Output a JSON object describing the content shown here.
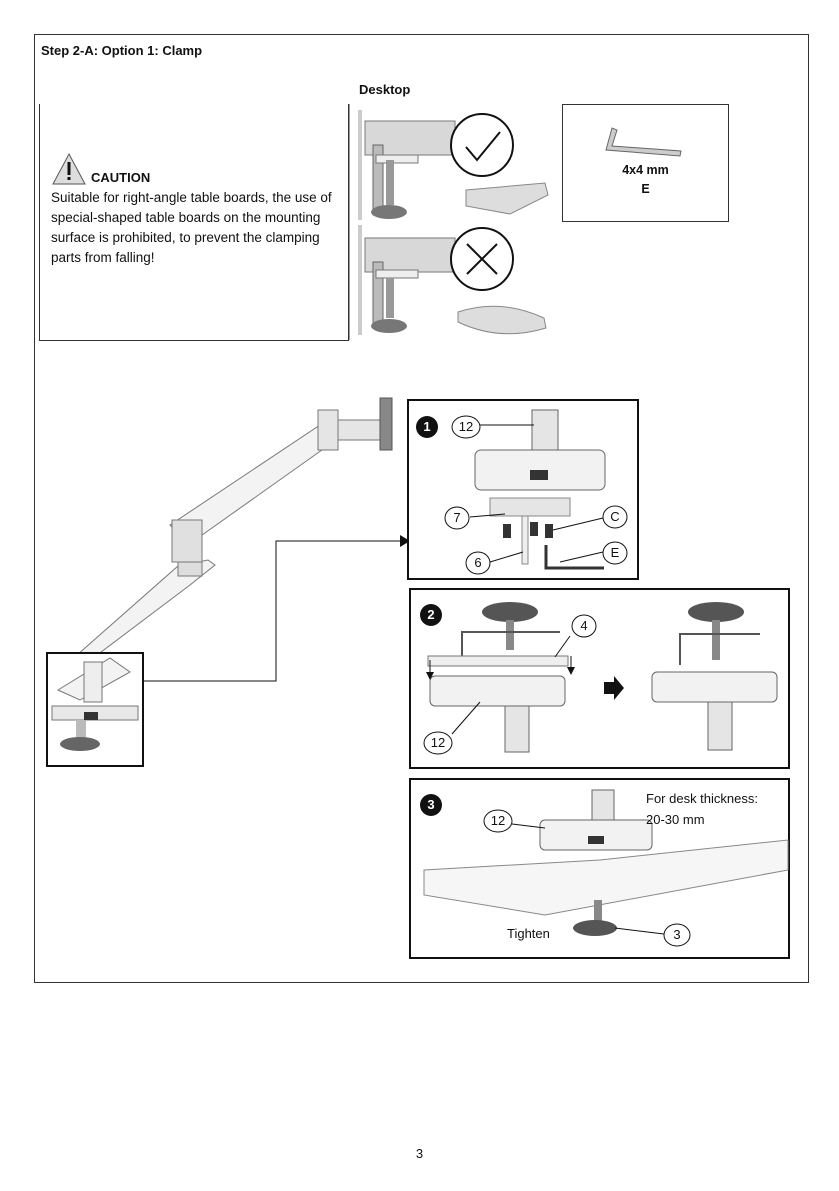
{
  "step_title": "Step 2-A: Option 1: Clamp",
  "desktop_label": "Desktop",
  "caution": {
    "heading": "CAUTION",
    "body": "Suitable for right-angle table boards, the use of special-shaped table boards on the mounting surface is prohibited, to prevent the clamping parts from falling!"
  },
  "tool": {
    "size": "4x4 mm",
    "code": "E"
  },
  "panel1": {
    "step": "1",
    "parts": [
      "12",
      "7",
      "C",
      "6",
      "E"
    ]
  },
  "panel2": {
    "step": "2",
    "parts": [
      "4",
      "12"
    ]
  },
  "panel3": {
    "step": "3",
    "parts": [
      "12",
      "3"
    ],
    "thickness_label": "For desk thickness:",
    "thickness_value": "20-30 mm",
    "tighten_label": "Tighten"
  },
  "page_number": "3"
}
